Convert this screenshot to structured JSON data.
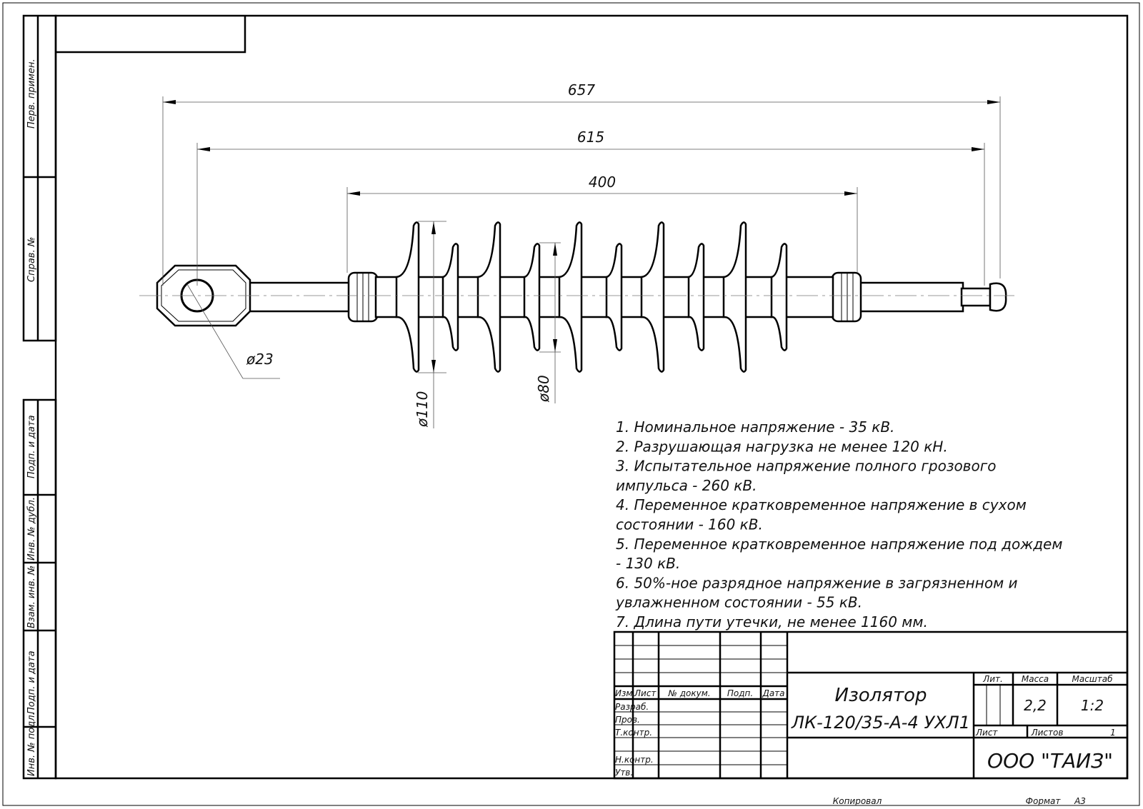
{
  "side_labels": [
    "Перв. примен.",
    "Справ. №",
    "Подп. и дата",
    "Инв. № дубл.",
    "Взам. инв. №",
    "Подп. и дата",
    "Инв. № подл."
  ],
  "dimensions": {
    "overall": "657",
    "pin_to_pin": "615",
    "insulating_part": "400",
    "eye_hole": "ø23",
    "large_shed": "ø110",
    "small_shed": "ø80"
  },
  "notes": [
    "1. Номинальное напряжение - 35 кВ.",
    "2. Разрушающая нагрузка не менее 120 кН.",
    "3. Испытательное напряжение полного грозового",
    "импульса - 260 кВ.",
    "4. Переменное кратковременное напряжение  в сухом",
    "состоянии - 160 кВ.",
    "5. Переменное кратковременное напряжение под дождем",
    "- 130 кВ.",
    "6. 50%-ное разрядное напряжение в загрязненном и",
    "увлажненном состоянии - 55 кВ.",
    "7. Длина пути утечки, не менее 1160 мм."
  ],
  "title_block": {
    "headers": {
      "izm": "Изм.",
      "list": "Лист",
      "doc": "№ докум.",
      "sign": "Подп.",
      "date": "Дата"
    },
    "roles": [
      "Разраб.",
      "Пров.",
      "Т.контр.",
      "",
      "Н.контр.",
      "Утв."
    ],
    "title_line1": "Изолятор",
    "title_line2": "ЛК-120/35-А-4 УХЛ1",
    "lit_label": "Лит.",
    "mass_label": "Масса",
    "scale_label": "Масштаб",
    "mass": "2,2",
    "scale": "1:2",
    "sheet_label": "Лист",
    "sheets_label": "Листов",
    "sheets": "1",
    "company": "ООО \"ТАИЗ\"",
    "copied": "Копировал",
    "format_label": "Формат",
    "format": "А3"
  }
}
